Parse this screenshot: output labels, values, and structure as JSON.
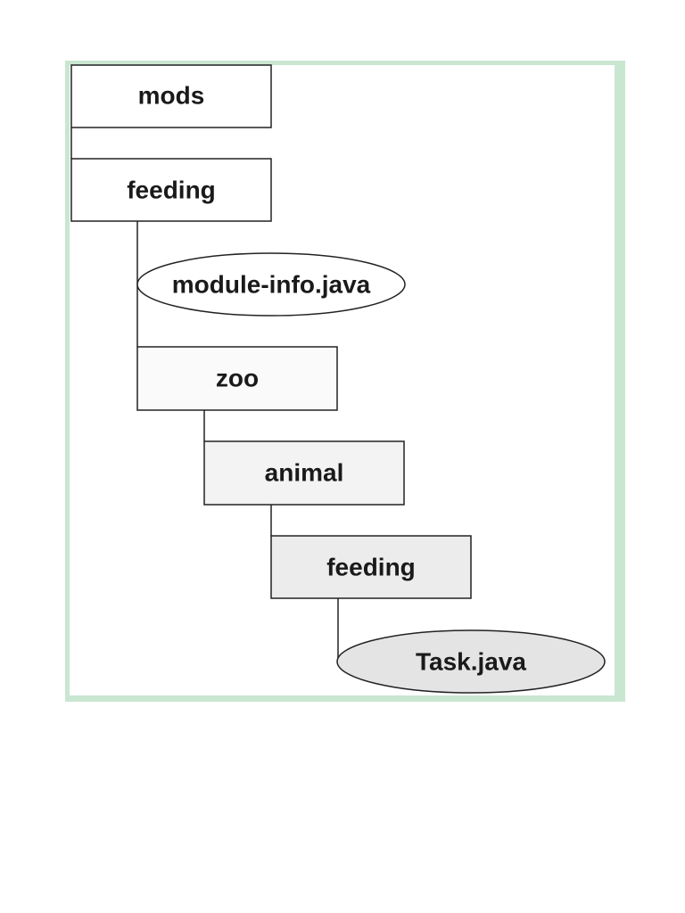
{
  "diagram": {
    "nodes": [
      {
        "id": "mods",
        "label": "mods",
        "shape": "folder"
      },
      {
        "id": "feeding_top",
        "label": "feeding",
        "shape": "folder"
      },
      {
        "id": "module_info",
        "label": "module-info.java",
        "shape": "file"
      },
      {
        "id": "zoo",
        "label": "zoo",
        "shape": "folder"
      },
      {
        "id": "animal",
        "label": "animal",
        "shape": "folder"
      },
      {
        "id": "feeding_pkg",
        "label": "feeding",
        "shape": "folder"
      },
      {
        "id": "task",
        "label": "Task.java",
        "shape": "file"
      }
    ],
    "edges": [
      {
        "from": "mods",
        "to": "feeding_top"
      },
      {
        "from": "feeding_top",
        "to": "module_info"
      },
      {
        "from": "feeding_top",
        "to": "zoo"
      },
      {
        "from": "zoo",
        "to": "animal"
      },
      {
        "from": "animal",
        "to": "feeding_pkg"
      },
      {
        "from": "feeding_pkg",
        "to": "task"
      }
    ],
    "colors": {
      "frame": "#c9e6d1",
      "level0": "#ffffff",
      "level1": "#fafafa",
      "level2": "#f3f3f3",
      "level3": "#ececec",
      "level4": "#e4e4e4",
      "stroke": "#222222"
    }
  }
}
